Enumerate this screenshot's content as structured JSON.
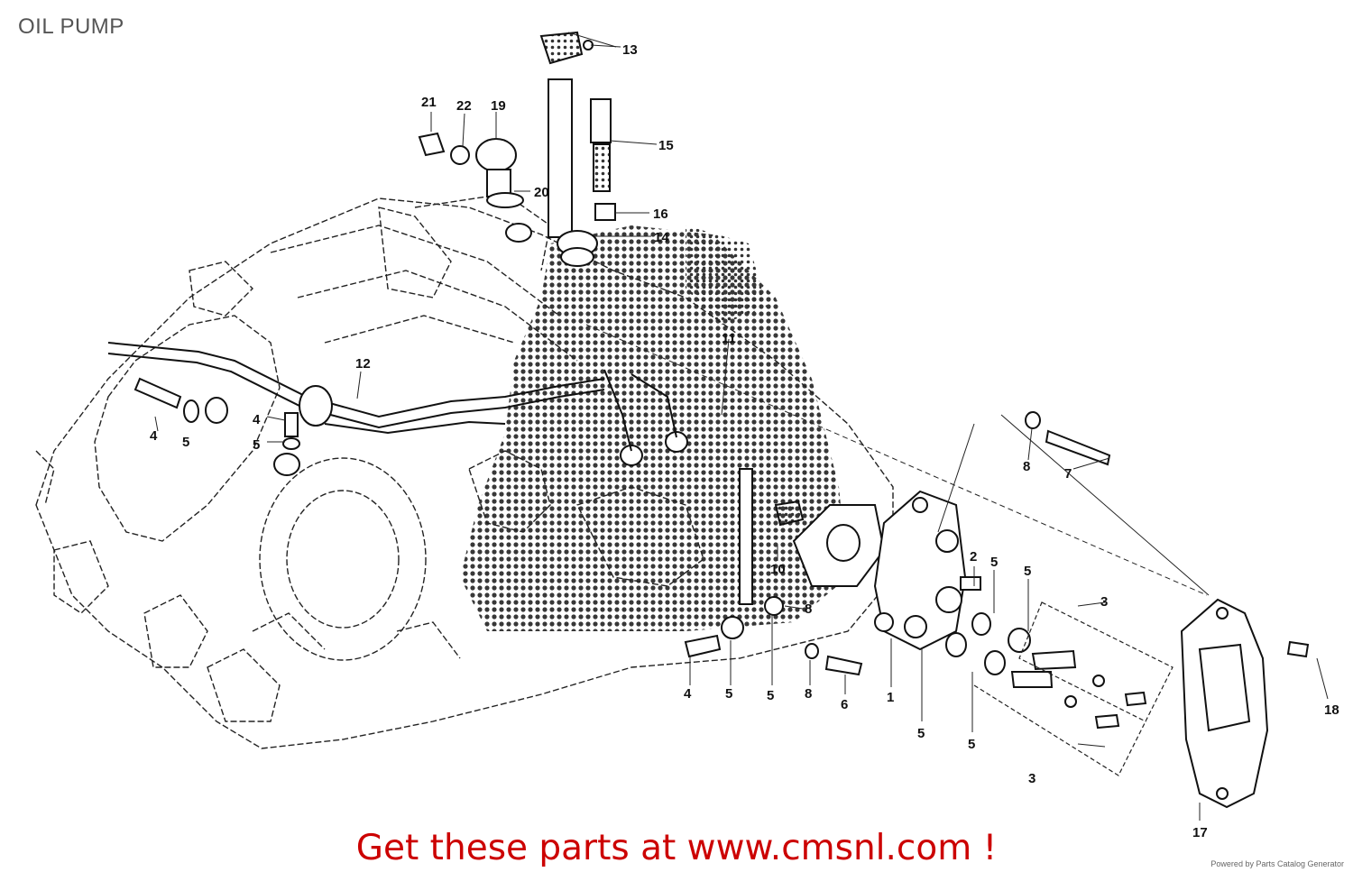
{
  "page": {
    "title": "OIL PUMP"
  },
  "diagram": {
    "part_numbers": [
      "1",
      "2",
      "3",
      "3",
      "4",
      "4",
      "4",
      "5",
      "5",
      "5",
      "5",
      "5",
      "5",
      "5",
      "5",
      "6",
      "7",
      "8",
      "8",
      "8",
      "10",
      "11",
      "12",
      "13",
      "14",
      "15",
      "16",
      "17",
      "18",
      "19",
      "20",
      "21",
      "22"
    ]
  },
  "footer": {
    "promo_text": "Get these parts at www.cmsnl.com !",
    "powered_by": "Powered by Parts Catalog Generator"
  },
  "colors": {
    "promo": "#cc0000",
    "title": "#555555",
    "line": "#222222"
  }
}
